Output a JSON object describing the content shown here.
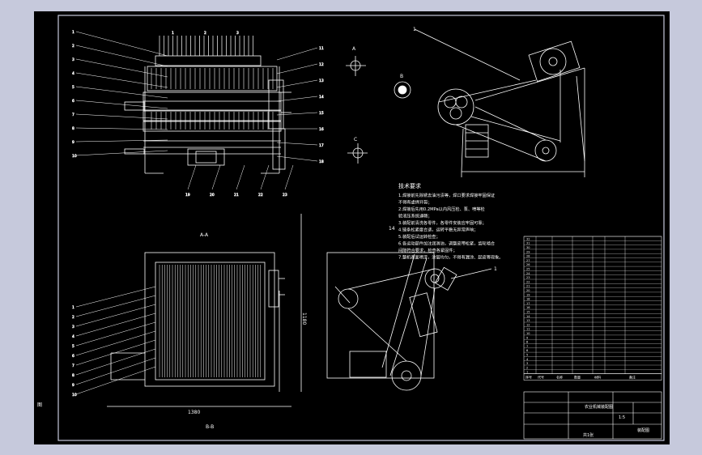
{
  "app": {
    "title": "农业机械装配图"
  },
  "colors": {
    "sheet_bg": "#000000",
    "frame": "#c6c9dc",
    "line": "#ffffff",
    "wallpaper": "#c6c9dc"
  },
  "drawing": {
    "front_view_callouts": [
      "1",
      "2",
      "3",
      "4",
      "5",
      "6",
      "7",
      "8",
      "9",
      "10",
      "11",
      "12",
      "13",
      "14",
      "15",
      "16",
      "17",
      "18",
      "19",
      "20",
      "21",
      "22",
      "23"
    ],
    "section_marks": {
      "a": "A",
      "b": "B",
      "c": "C",
      "a_a": "A-A",
      "b_b": "B-B"
    },
    "side_callout": "1",
    "dimension_bottom": "1380",
    "dimension_right": "1180",
    "top_dim_marks": [
      "1",
      "2",
      "3"
    ]
  },
  "notes": {
    "title": "技术要求",
    "items": [
      "1.焊接前先除锈去油污渍等，焊口要求焊接牢固保证",
      "  不得有虚焊开裂；",
      "2.焊接后先用0.2MPa以内风压检、泵、喷等检",
      "  验液压系统通畅；",
      "3.装配前清洗各零件，各零件安装应牢固可靠；",
      "4.链条松紧度合适，运转平稳无异常声响；",
      "5.装配后试运转检查；",
      "6.各运动部件加注润滑油，调整皮带松紧，齿轮啮合",
      "  间隙符合要求，检查各紧固件；",
      "7.整机表面喷漆，涂层均匀，不得有漏涂、起皮等现象。"
    ],
    "margin_mark": "14"
  },
  "bom": {
    "rows": [
      {
        "no": "32",
        "code": "",
        "name": "",
        "qty": "",
        "mat": ""
      },
      {
        "no": "31",
        "code": "",
        "name": "",
        "qty": "",
        "mat": ""
      },
      {
        "no": "30",
        "code": "",
        "name": "",
        "qty": "",
        "mat": ""
      },
      {
        "no": "29",
        "code": "",
        "name": "",
        "qty": "",
        "mat": ""
      },
      {
        "no": "28",
        "code": "",
        "name": "",
        "qty": "",
        "mat": ""
      },
      {
        "no": "27",
        "code": "",
        "name": "",
        "qty": "",
        "mat": ""
      },
      {
        "no": "26",
        "code": "",
        "name": "",
        "qty": "",
        "mat": ""
      },
      {
        "no": "25",
        "code": "",
        "name": "",
        "qty": "",
        "mat": ""
      },
      {
        "no": "24",
        "code": "",
        "name": "",
        "qty": "",
        "mat": ""
      },
      {
        "no": "23",
        "code": "",
        "name": "",
        "qty": "",
        "mat": ""
      },
      {
        "no": "22",
        "code": "",
        "name": "",
        "qty": "",
        "mat": ""
      },
      {
        "no": "21",
        "code": "",
        "name": "",
        "qty": "",
        "mat": ""
      },
      {
        "no": "20",
        "code": "",
        "name": "",
        "qty": "",
        "mat": ""
      },
      {
        "no": "19",
        "code": "",
        "name": "",
        "qty": "",
        "mat": ""
      },
      {
        "no": "18",
        "code": "",
        "name": "",
        "qty": "",
        "mat": ""
      },
      {
        "no": "17",
        "code": "",
        "name": "",
        "qty": "",
        "mat": ""
      },
      {
        "no": "16",
        "code": "",
        "name": "",
        "qty": "",
        "mat": ""
      },
      {
        "no": "15",
        "code": "",
        "name": "",
        "qty": "",
        "mat": ""
      },
      {
        "no": "14",
        "code": "",
        "name": "",
        "qty": "",
        "mat": ""
      },
      {
        "no": "13",
        "code": "",
        "name": "",
        "qty": "",
        "mat": ""
      },
      {
        "no": "12",
        "code": "",
        "name": "",
        "qty": "",
        "mat": ""
      },
      {
        "no": "11",
        "code": "",
        "name": "",
        "qty": "",
        "mat": ""
      },
      {
        "no": "10",
        "code": "",
        "name": "",
        "qty": "",
        "mat": ""
      },
      {
        "no": "9",
        "code": "",
        "name": "",
        "qty": "",
        "mat": ""
      },
      {
        "no": "8",
        "code": "",
        "name": "",
        "qty": "",
        "mat": ""
      },
      {
        "no": "7",
        "code": "",
        "name": "",
        "qty": "",
        "mat": ""
      },
      {
        "no": "6",
        "code": "",
        "name": "",
        "qty": "",
        "mat": ""
      },
      {
        "no": "5",
        "code": "",
        "name": "",
        "qty": "",
        "mat": ""
      },
      {
        "no": "4",
        "code": "",
        "name": "",
        "qty": "",
        "mat": ""
      },
      {
        "no": "3",
        "code": "",
        "name": "",
        "qty": "",
        "mat": ""
      },
      {
        "no": "2",
        "code": "",
        "name": "",
        "qty": "",
        "mat": ""
      },
      {
        "no": "1",
        "code": "",
        "name": "",
        "qty": "",
        "mat": ""
      }
    ],
    "header": [
      "序号",
      "代号",
      "名称",
      "数量",
      "材料",
      "备注"
    ]
  },
  "title_block": {
    "drawing_name": "农业机械装配图",
    "scale": "1:5",
    "sheet": "共1张",
    "number": "装配图"
  },
  "left_margin_mark": "图"
}
